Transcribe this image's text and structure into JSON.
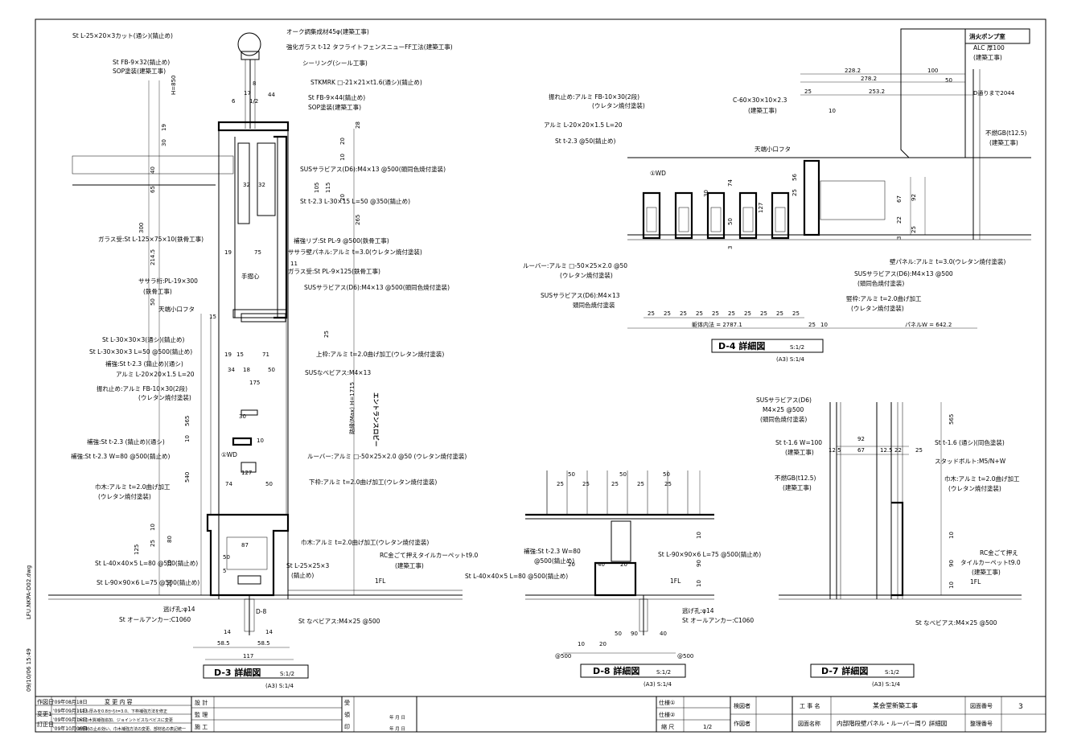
{
  "side_label": "LFU.NKPA-D02.dwg",
  "side_date": "09/10/06 15:49",
  "room_label": "消火ポンプ室",
  "entrance_label": "エントランスロビー",
  "d3": {
    "title": "D-3 詳細図",
    "scale": "S:1/2",
    "scale_a3": "(A3) S:1/4",
    "notes": [
      "St L-25×20×3カット(通シ)(錆止め)",
      "St FB-9×32(錆止め)",
      "SOP塗装(建築工事)",
      "オーク調集成材45φ(建築工事)",
      "強化ガラス t-12 タフライトフェンスニューFF工法(建築工事)",
      "シーリング(シール工事)",
      "STKMRK □-21×21×t1.6(通シ)(錆止め)",
      "St FB-9×44(錆止め)",
      "SOP塗装(建築工事)",
      "SUSサラビアス(D6):M4×13 @500(頭同色焼付塗装)",
      "St t-2.3  L-30×15 L=50 @350(錆止め)",
      "ガラス受:St L-125×75×10(鉄骨工事)",
      "補強リブ:St PL-9 @500(鉄骨工事)",
      "ササラ壁パネル:アルミ t=3.0(ウレタン焼付塗装)",
      "ササラ桁:PL-19×300",
      "(鉄骨工事)",
      "ガラス受:St PL-9×125(鉄骨工事)",
      "SUSサラビアス(D6):M4×13 @500(頭同色焼付塗装)",
      "天端小口フタ",
      "St L-30×30×3(通シ)(錆止め)",
      "St L-30×30×3 L=50 @500(錆止め)",
      "補強:St t-2.3 (錆止め)(通シ)",
      "アルミ L-20×20×1.5 L=20",
      "上枠:アルミ t=2.0曲げ加工(ウレタン焼付塗装)",
      "SUSなべビアス:M4×13",
      "振れ止め:アルミ FB-10×30(2段)",
      "(ウレタン焼付塗装)",
      "補強:St t-2.3 (錆止め)(通シ)",
      "補強:St t-2.3 W=80 @500(錆止め)",
      "ルーバー:アルミ □-50×25×2.0 @50 (ウレタン焼付塗装)",
      "下枠:アルミ t=2.0曲げ加工(ウレタン焼付塗装)",
      "巾木:アルミ t=2.0曲げ加工",
      "(ウレタン焼付塗装)",
      "巾木:アルミ t=2.0曲げ加工(ウレタン焼付塗装)",
      "St L-40×40×5 L=80 @500(錆止め)",
      "St L-25×25×3",
      "(錆止め)",
      "St L-90×90×6 L=75 @500(錆止め)",
      "RC金ごて押えタイルカーペットt9.0",
      "(建築工事)",
      "1FL",
      "逃げ孔:φ14",
      "St オールアンカー:C1060",
      "St なべビアス:M4×25 @500",
      "手摺心",
      "D-8",
      "①WD"
    ],
    "dims": [
      "H=850",
      "30",
      "19",
      "40",
      "65",
      "300",
      "214.5",
      "50",
      "17",
      "1/2",
      "6",
      "8",
      "44",
      "32",
      "32",
      "20",
      "28",
      "10",
      "105",
      "115",
      "20",
      "265",
      "19",
      "75",
      "11",
      "25",
      "19",
      "15",
      "71",
      "34",
      "18",
      "50",
      "175",
      "15",
      "565",
      "10",
      "30",
      "10",
      "540",
      "74",
      "50",
      "127",
      "80",
      "10",
      "25",
      "125",
      "10",
      "20",
      "87",
      "50",
      "5",
      "117",
      "58.5",
      "58.5",
      "14",
      "14",
      "路縁(Max) H=1715"
    ]
  },
  "d4": {
    "title": "D-4 詳細図",
    "scale": "S:1/2",
    "scale_a3": "(A3) S:1/4",
    "notes": [
      "振れ止め:アルミ FB-10×30(2段)",
      "(ウレタン焼付塗装)",
      "アルミ L-20×20×1.5 L=20",
      "St t-2.3 @50(錆止め)",
      "①WD",
      "C-60×30×10×2.3",
      "(建築工事)",
      "天端小口フタ",
      "ALC 厚100",
      "(建築工事)",
      "不燃GB(t12.5)",
      "(建築工事)",
      "D通りまで2044",
      "ルーバー:アルミ □-50×25×2.0 @50",
      "(ウレタン焼付塗装)",
      "SUSサラビアス(D6):M4×13",
      "頭同色焼付塗装",
      "壁パネル:アルミ t=3.0(ウレタン焼付塗装)",
      "SUSサラビアス(D6):M4×13 @500",
      "(頭同色焼付塗装)",
      "竪枠:アルミ t=2.0曲げ加工",
      "(ウレタン焼付塗装)",
      "躯体内法 = 2787.1",
      "パネルW = 642.2"
    ],
    "dims": [
      "228.2",
      "100",
      "278.2",
      "25",
      "253.2",
      "50",
      "10",
      "30",
      "74",
      "56",
      "25",
      "127",
      "50",
      "3",
      "67",
      "92",
      "22",
      "25",
      "3",
      "25",
      "25",
      "25",
      "25",
      "25",
      "25",
      "25",
      "25",
      "25",
      "25",
      "25",
      "10"
    ]
  },
  "d8": {
    "title": "D-8 詳細図",
    "scale": "S:1/2",
    "scale_a3": "(A3) S:1/4",
    "notes": [
      "補強:St t-2.3 W=80",
      "@500(錆止め)",
      "St L-40×40×5 L=80 @500(錆止め)",
      "St L-90×90×6 L=75 @500(錆止め)",
      "1FL",
      "逃げ孔:φ14",
      "St オールアンカー:C1060",
      "@500"
    ],
    "dims": [
      "50",
      "25",
      "25",
      "25",
      "50",
      "25",
      "50",
      "25",
      "20",
      "40",
      "20",
      "10",
      "90",
      "10",
      "50",
      "90",
      "40",
      "20",
      "10",
      "@500"
    ]
  },
  "d7": {
    "title": "D-7 詳細図",
    "scale": "S:1/2",
    "scale_a3": "(A3) S:1/4",
    "notes": [
      "SUSサラビアス(D6)",
      "M4×25 @500",
      "(頭同色焼付塗装)",
      "St t-1.6 W=100",
      "(建築工事)",
      "不燃GB(t12.5)",
      "(建築工事)",
      "St t-1.6 (通シ)(同色塗装)",
      "スタッドボルト:M5/N+W",
      "巾木:アルミ t=2.0曲げ加工",
      "(ウレタン焼付塗装)",
      "RC金ごて押え",
      "タイルカーペットt9.0",
      "(建築工事)",
      "1FL",
      "St なべビアス:M4×25 @500"
    ],
    "dims": [
      "565",
      "92",
      "12.5",
      "67",
      "12.5",
      "22",
      "25",
      "90",
      "10",
      "10"
    ]
  },
  "titleblock": {
    "rev_headers": [
      "作図日",
      "変更1",
      "訂正日"
    ],
    "rev_col_header": "変 更 内 容",
    "rev_dates": [
      "'09年08月18日",
      "'09年09月11日",
      "'09年09月16日",
      "'09年10月06日"
    ],
    "rev_texts": [
      "",
      "パネル厚みを0.8からt=3.0、下枠補強方法を修正",
      "D-7の木質補強追加、ジョイントビスなべビスに変更",
      "法規制の止め効い、巾木補強方法の変更、部材名の表記統一"
    ],
    "stamp_labels": [
      "設 計",
      "監 理",
      "施 工"
    ],
    "stamp_labels2": [
      "受",
      "領",
      "印"
    ],
    "date_labels": [
      "年 月 日",
      "年 月 日"
    ],
    "spec1": "仕様①",
    "spec2": "仕様②",
    "scale_label": "縮 尺",
    "scale_value": "1/2",
    "checker": "検図者",
    "drafter": "作図者",
    "project_label": "工 事 名",
    "project_name": "某会堂新築工事",
    "drawing_name_label": "図面名称",
    "drawing_name": "内部階段壁パネル・ルーバー周り 詳細図",
    "drawing_no_label": "図面番号",
    "drawing_no": "3",
    "serial_label": "整理番号"
  }
}
